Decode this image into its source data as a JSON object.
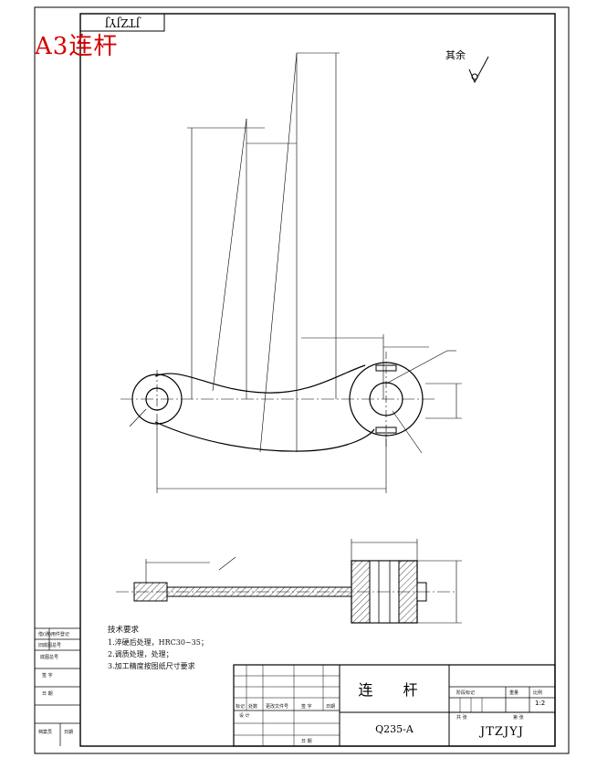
{
  "stamp": {
    "text": "A3连杆",
    "color": "#d40000"
  },
  "drawing_code_top": "JTZJYJ",
  "roughness": {
    "label": "其余"
  },
  "technical_requirements": {
    "heading": "技术要求",
    "items": [
      "1.淬硬后处理，HRC30~35；",
      "2.调质处理，处理；",
      "3.加工精度按图纸尺寸要求"
    ]
  },
  "title_block": {
    "part_name": "连 杆",
    "material": "Q235-A",
    "drawing_code": "JTZJYJ",
    "scale": "1:2",
    "header_labels": [
      "阶段标记",
      "重量",
      "比例"
    ],
    "footer_labels": [
      "共 张",
      "第 张"
    ],
    "revision_labels": [
      "标记",
      "处数",
      "更改文件号",
      "签 字",
      "日期"
    ],
    "role_labels": [
      "设 计",
      "日 期"
    ]
  },
  "left_strip": {
    "labels": [
      "借(通)用件登记",
      "旧底图总号",
      "底图总号",
      "签 字",
      "日 期",
      "档案员",
      "日期"
    ]
  }
}
